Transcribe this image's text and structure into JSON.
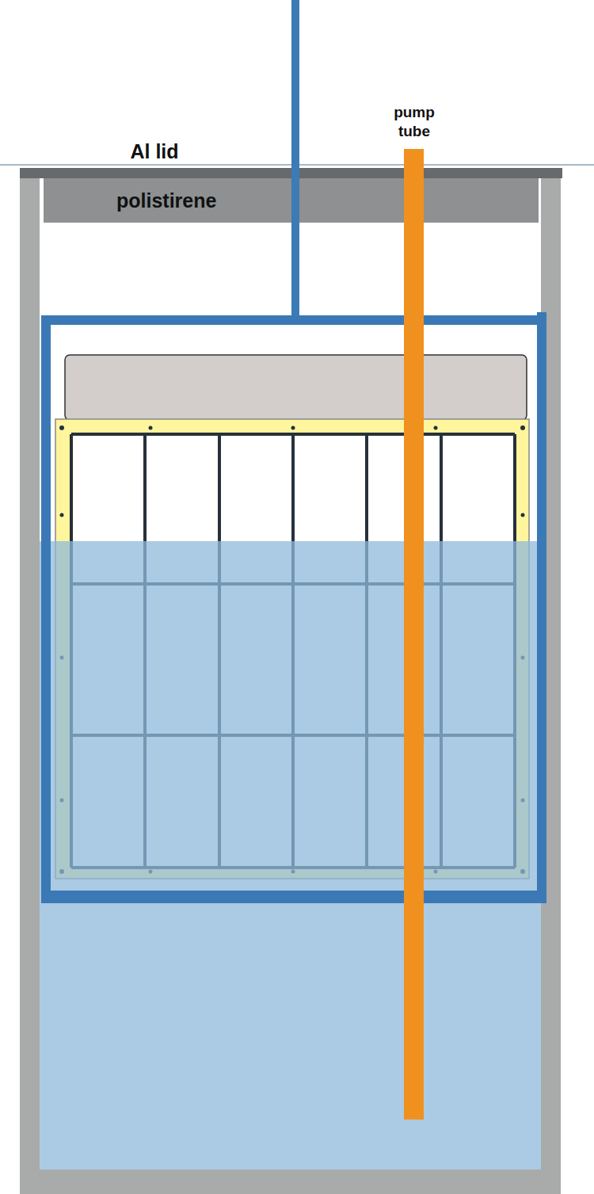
{
  "diagram": {
    "nodes": [
      {
        "text": [
          "polistirene"
        ]
      }
    ],
    "labels": [
      "Al lid",
      "pump tube"
    ]
  }
}
